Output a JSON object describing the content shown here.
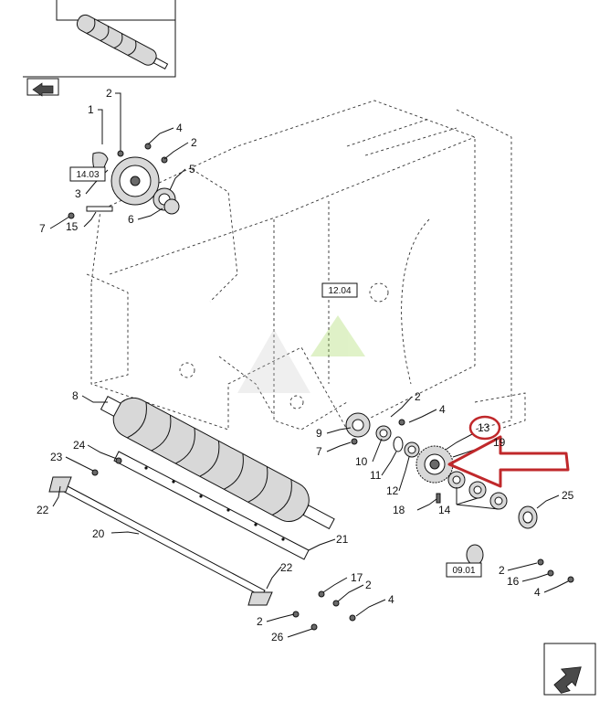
{
  "diagram": {
    "page_refs": [
      "14.03",
      "12.04",
      "09.01"
    ],
    "highlighted_part": "13",
    "callouts": [
      {
        "id": "c1",
        "label": "1"
      },
      {
        "id": "c2a",
        "label": "2"
      },
      {
        "id": "c4a",
        "label": "4"
      },
      {
        "id": "c2b",
        "label": "2"
      },
      {
        "id": "c5",
        "label": "5"
      },
      {
        "id": "c3",
        "label": "3"
      },
      {
        "id": "c6",
        "label": "6"
      },
      {
        "id": "c7a",
        "label": "7"
      },
      {
        "id": "c15",
        "label": "15"
      },
      {
        "id": "c8",
        "label": "8"
      },
      {
        "id": "c2c",
        "label": "2"
      },
      {
        "id": "c4b",
        "label": "4"
      },
      {
        "id": "c9",
        "label": "9"
      },
      {
        "id": "c7b",
        "label": "7"
      },
      {
        "id": "c10",
        "label": "10"
      },
      {
        "id": "c11",
        "label": "11"
      },
      {
        "id": "c12",
        "label": "12"
      },
      {
        "id": "c13",
        "label": "13"
      },
      {
        "id": "c19",
        "label": "19"
      },
      {
        "id": "c18",
        "label": "18"
      },
      {
        "id": "c14",
        "label": "14"
      },
      {
        "id": "c25",
        "label": "25"
      },
      {
        "id": "c24",
        "label": "24"
      },
      {
        "id": "c23",
        "label": "23"
      },
      {
        "id": "c22a",
        "label": "22"
      },
      {
        "id": "c20",
        "label": "20"
      },
      {
        "id": "c21",
        "label": "21"
      },
      {
        "id": "c22b",
        "label": "22"
      },
      {
        "id": "c17",
        "label": "17"
      },
      {
        "id": "c2d",
        "label": "2"
      },
      {
        "id": "c4c",
        "label": "4"
      },
      {
        "id": "c2e",
        "label": "2"
      },
      {
        "id": "c26",
        "label": "26"
      },
      {
        "id": "c2f",
        "label": "2"
      },
      {
        "id": "c16",
        "label": "16"
      },
      {
        "id": "c4d",
        "label": "4"
      }
    ]
  },
  "colors": {
    "line": "#111111",
    "highlight": "#c0282b",
    "watermark": "#8fcf3a"
  },
  "icons": {
    "top_left": "previous-page-arrow-icon",
    "bottom_right": "next-page-arrow-icon"
  }
}
